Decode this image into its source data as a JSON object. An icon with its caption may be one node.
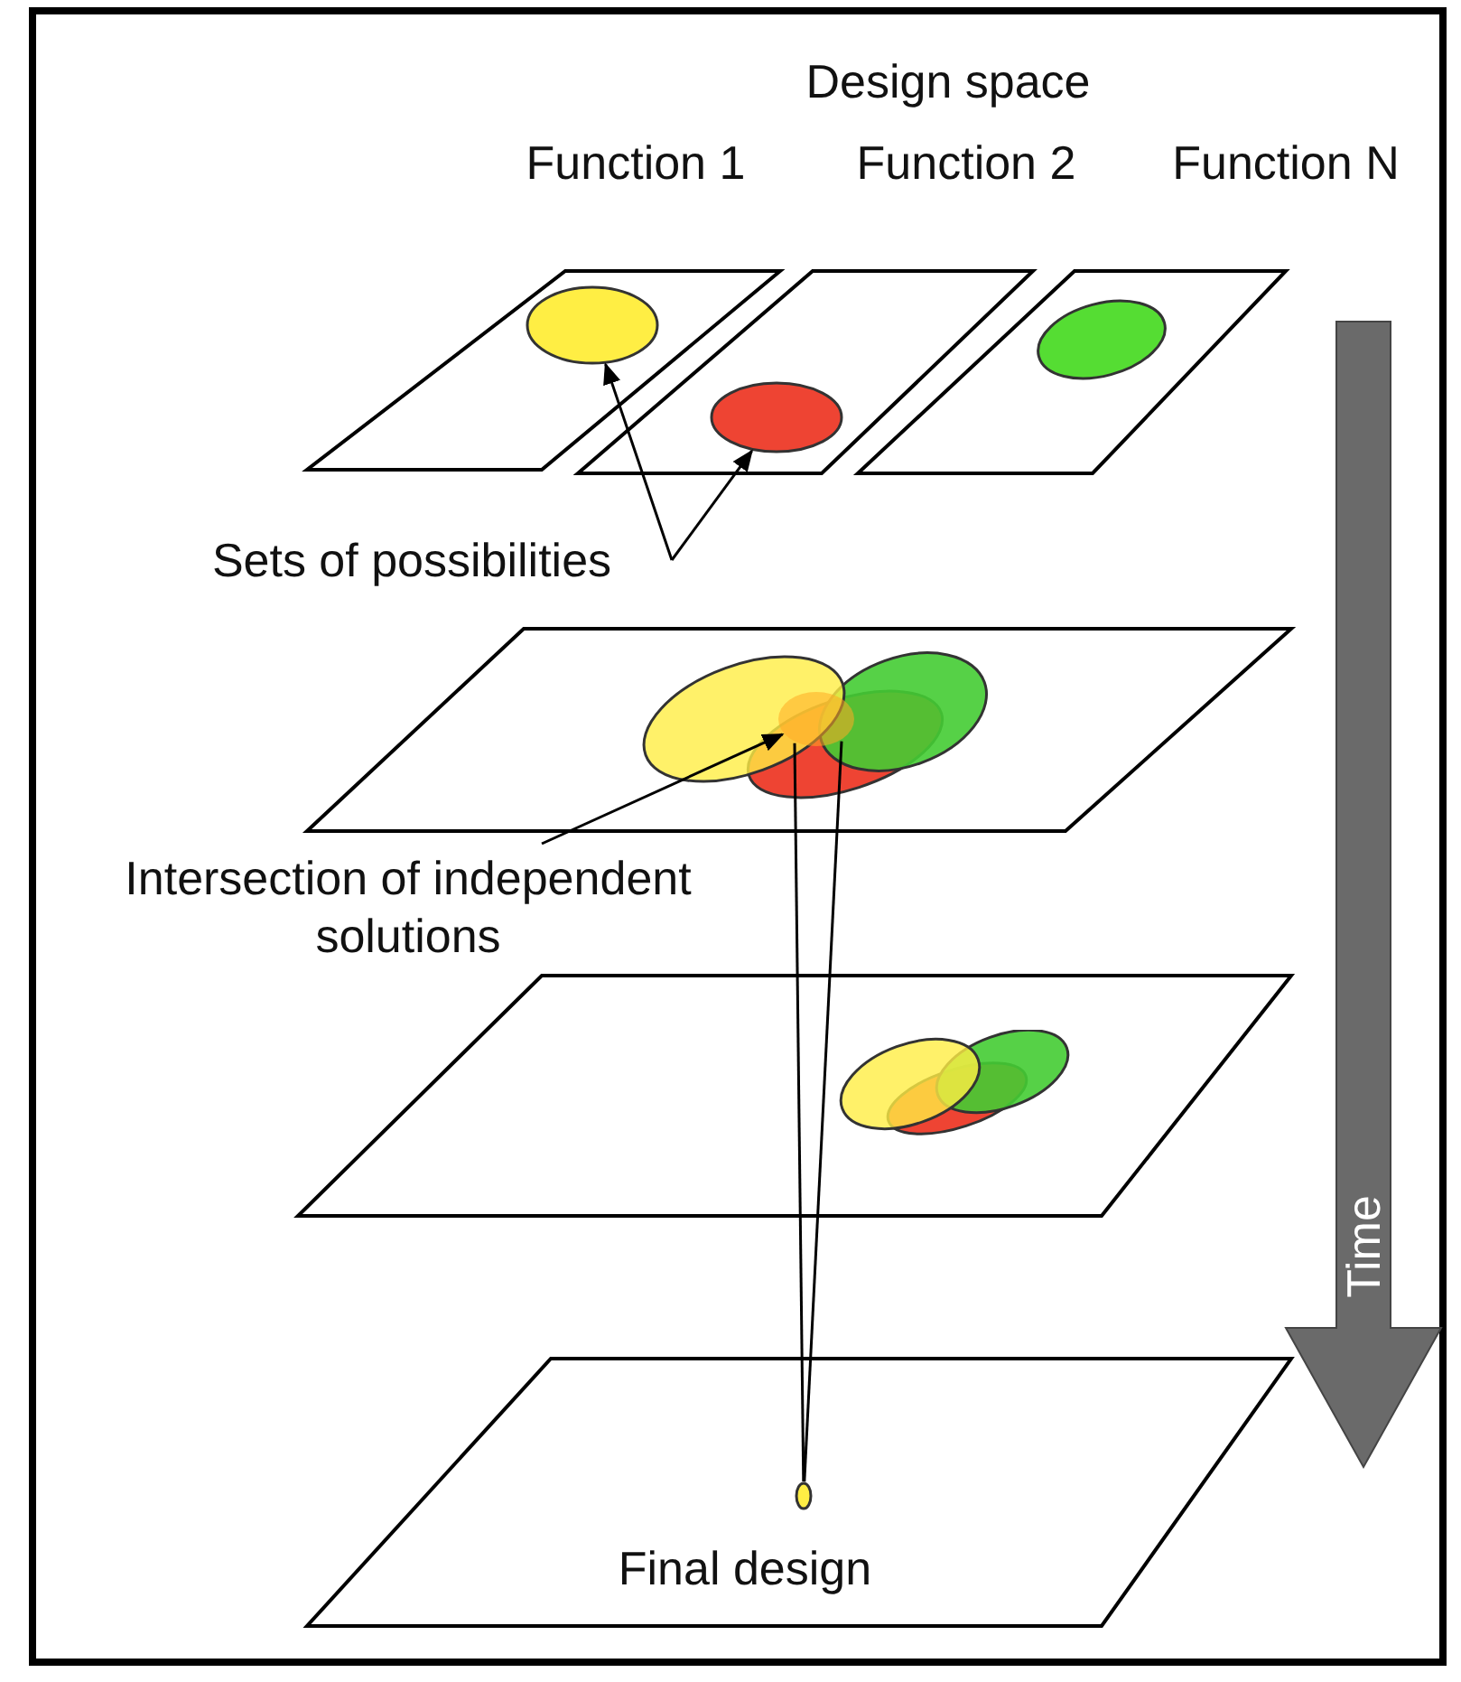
{
  "diagram": {
    "nodes": [
      {
        "text": [
          "Sets of possibilities"
        ]
      },
      {
        "text": [],
        "shape": "ellipse"
      },
      {
        "text": [],
        "shape": "ellipse"
      },
      {
        "text": [
          "Intersection of independent solutions"
        ]
      },
      {
        "text": [],
        "shape": "ellipse"
      },
      {
        "text": [],
        "shape": "ellipse"
      },
      {
        "text": [
          "Final design"
        ]
      },
      {
        "text": [],
        "shape": "ellipse",
        "in": 6
      }
    ],
    "edges": [
      {
        "from": 0,
        "to": 1,
        "arrow": "to"
      },
      {
        "from": 0,
        "to": 2,
        "arrow": "to"
      },
      {
        "from": 3,
        "to": 4,
        "arrow": "to"
      },
      {
        "from": 4,
        "to": 7,
        "arrow": "none"
      },
      {
        "from": 4,
        "to": 7,
        "arrow": "none"
      }
    ],
    "labels": [
      "Design space",
      "Function 1",
      "Function 2",
      "Function N",
      "Time"
    ]
  }
}
